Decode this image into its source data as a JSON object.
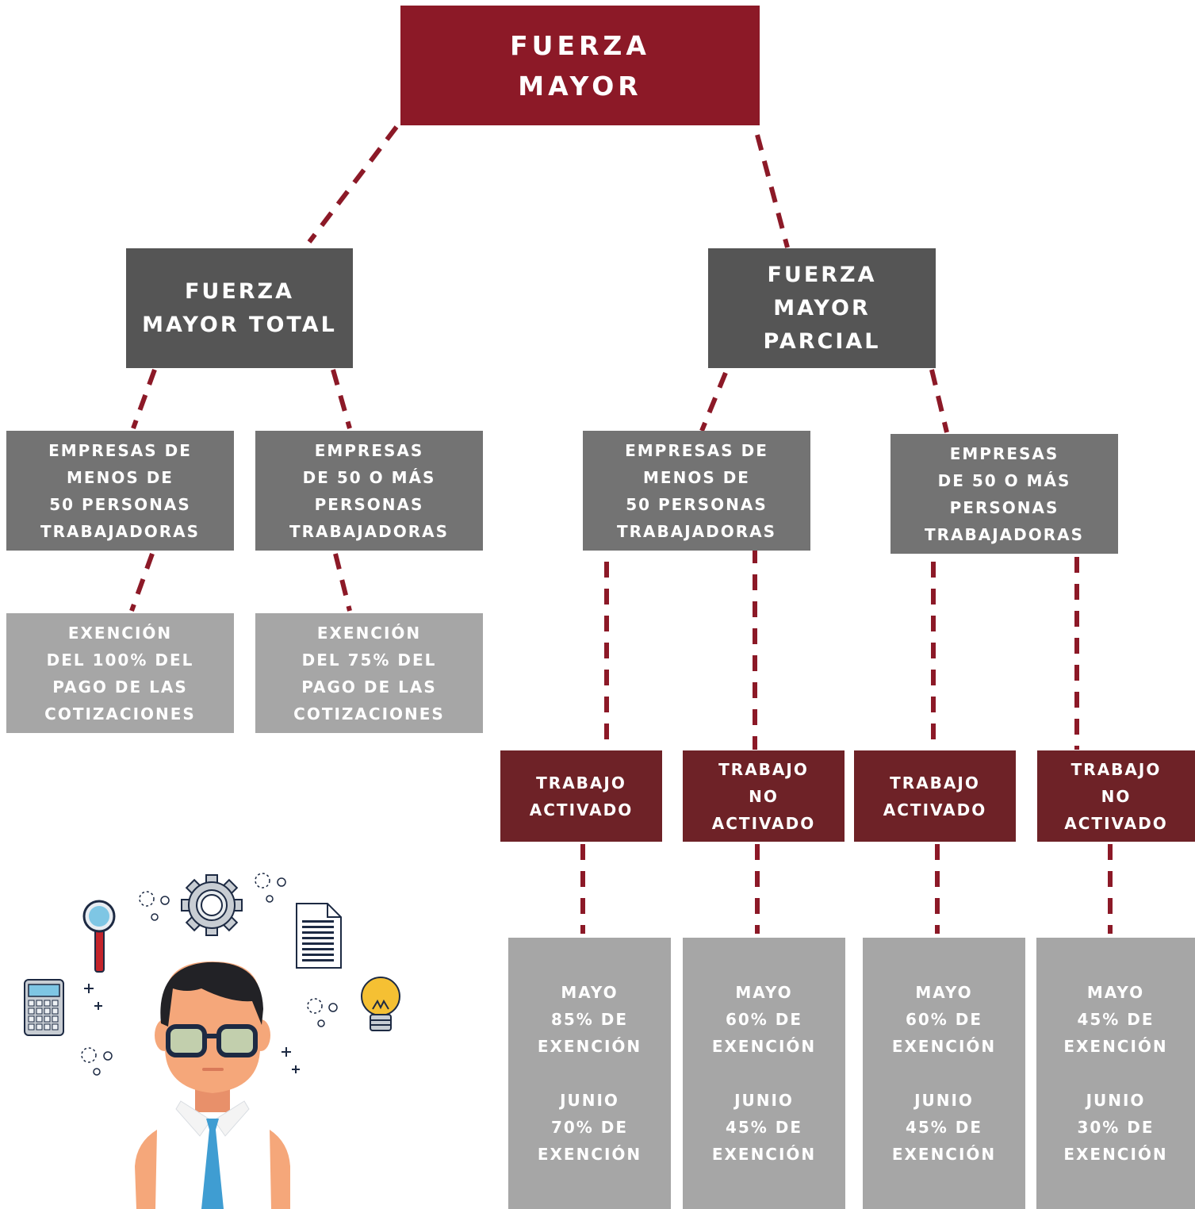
{
  "root": {
    "lines": [
      "FUERZA",
      "MAYOR"
    ]
  },
  "total": {
    "title": [
      "FUERZA",
      "MAYOR TOTAL"
    ],
    "small": {
      "title": [
        "EMPRESAS DE",
        "MENOS DE",
        "50 PERSONAS",
        "TRABAJADORAS"
      ],
      "result": [
        "EXENCIÓN",
        "DEL 100% DEL",
        "PAGO DE LAS",
        "COTIZACIONES"
      ]
    },
    "large": {
      "title": [
        "EMPRESAS",
        "DE 50 O MÁS",
        "PERSONAS",
        "TRABAJADORAS"
      ],
      "result": [
        "EXENCIÓN",
        "DEL 75% DEL",
        "PAGO DE LAS",
        "COTIZACIONES"
      ]
    }
  },
  "parcial": {
    "title": [
      "FUERZA",
      "MAYOR",
      "PARCIAL"
    ],
    "small": {
      "title": [
        "EMPRESAS DE",
        "MENOS DE",
        "50 PERSONAS",
        "TRABAJADORAS"
      ],
      "activado": {
        "label": [
          "TRABAJO",
          "ACTIVADO"
        ],
        "mayo": [
          "MAYO",
          "85% DE",
          "EXENCIÓN"
        ],
        "junio": [
          "JUNIO",
          "70% DE",
          "EXENCIÓN"
        ]
      },
      "no_activado": {
        "label": [
          "TRABAJO",
          "NO",
          "ACTIVADO"
        ],
        "mayo": [
          "MAYO",
          "60% DE",
          "EXENCIÓN"
        ],
        "junio": [
          "JUNIO",
          "45% DE",
          "EXENCIÓN"
        ]
      }
    },
    "large": {
      "title": [
        "EMPRESAS",
        "DE 50 O MÁS",
        "PERSONAS",
        "TRABAJADORAS"
      ],
      "activado": {
        "label": [
          "TRABAJO",
          "ACTIVADO"
        ],
        "mayo": [
          "MAYO",
          "60% DE",
          "EXENCIÓN"
        ],
        "junio": [
          "JUNIO",
          "45% DE",
          "EXENCIÓN"
        ]
      },
      "no_activado": {
        "label": [
          "TRABAJO",
          "NO",
          "ACTIVADO"
        ],
        "mayo": [
          "MAYO",
          "45% DE",
          "EXENCIÓN"
        ],
        "junio": [
          "JUNIO",
          "30% DE",
          "EXENCIÓN"
        ]
      }
    }
  },
  "colors": {
    "root": "#8c1927",
    "level1": "#555555",
    "level2": "#737373",
    "result": "#a6a6a6",
    "work_status": "#6e2227",
    "connector": "#8c1927"
  },
  "illustration": {
    "icons": [
      "magnifier-icon",
      "gear-icon",
      "document-icon",
      "lightbulb-icon",
      "calculator-icon",
      "person-with-glasses"
    ]
  }
}
